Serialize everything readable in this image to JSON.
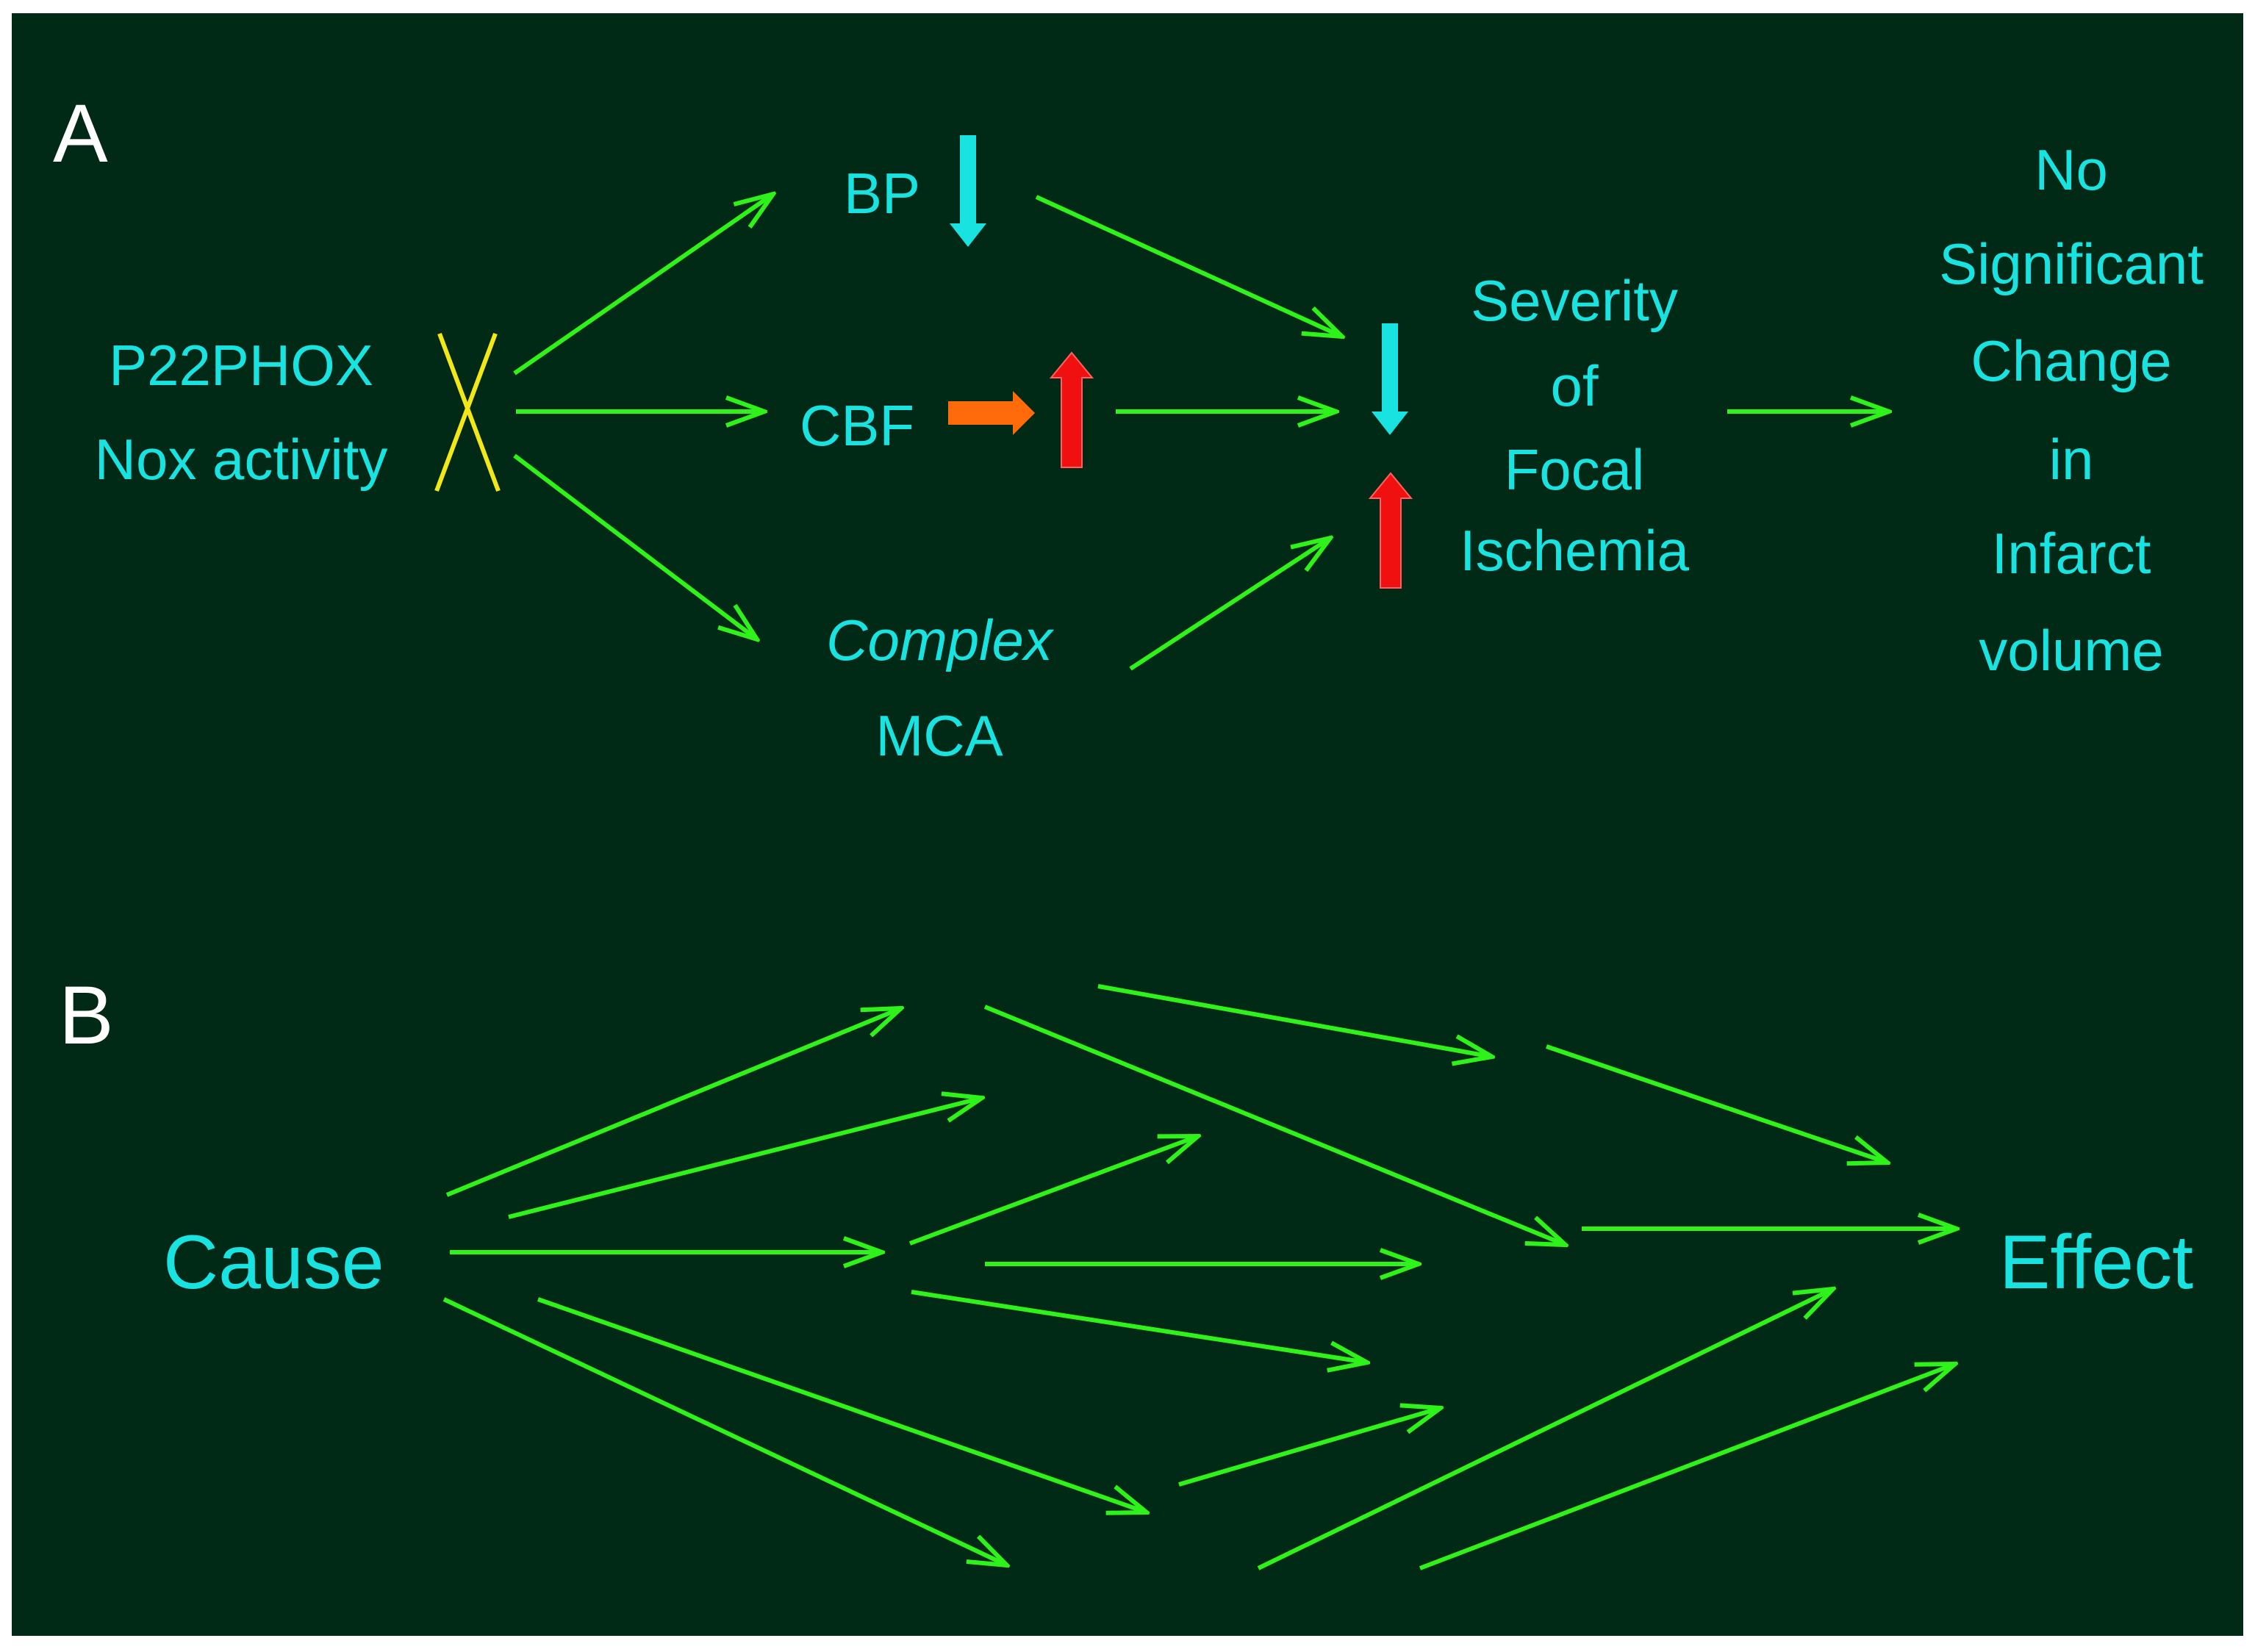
{
  "panel_a": {
    "letter": "A",
    "source": {
      "line1": "P22PHOX",
      "line2": "Nox activity"
    },
    "bp": "BP",
    "cbf": "CBF",
    "mca": {
      "line1": "Complex",
      "line2": "MCA"
    },
    "severity": {
      "line1": "Severity",
      "line2": "of",
      "line3": "Focal",
      "line4": "Ischemia"
    },
    "outcome": {
      "line1": "No",
      "line2": "Significant",
      "line3": "Change",
      "line4": "in",
      "line5": "Infarct",
      "line6": "volume"
    }
  },
  "panel_b": {
    "letter": "B",
    "cause": "Cause",
    "effect": "Effect"
  },
  "colors": {
    "background": "#012a16",
    "arrow_green": "#2ef21a",
    "text_cyan": "#19e3e0",
    "down_arrow_cyan": "#19e3e0",
    "up_arrow_red": "#f01010",
    "cross_yellow": "#f2e818",
    "small_arrow_orange": "#ff6a0a"
  }
}
